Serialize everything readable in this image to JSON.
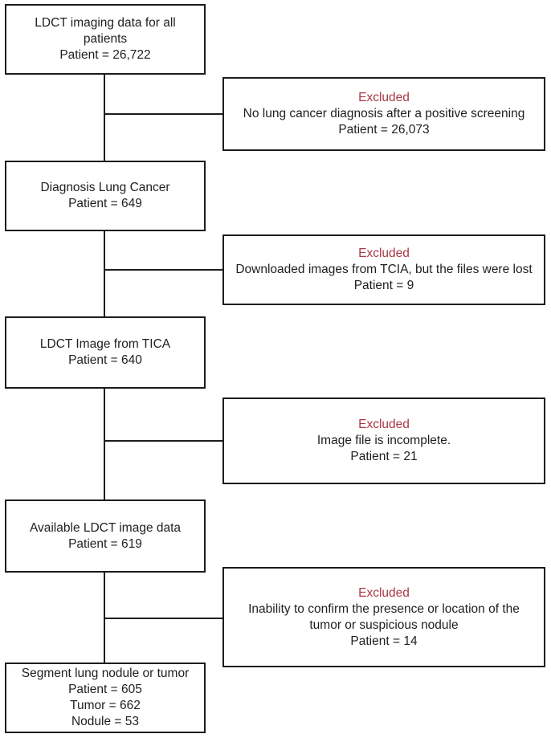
{
  "palette": {
    "background": "#ffffff",
    "box_border": "#1c1c1c",
    "body_text": "#1f1f1f",
    "excluded_red": "#a93845"
  },
  "flowchart": {
    "main_steps": [
      {
        "id": "ldct-all-patients",
        "lines": [
          "LDCT imaging data for all",
          "patients",
          "Patient = 26,722"
        ]
      },
      {
        "id": "diagnosis-lung-cancer",
        "lines": [
          "Diagnosis Lung Cancer",
          "Patient = 649"
        ]
      },
      {
        "id": "ldct-image-from-tica",
        "lines": [
          "LDCT Image from TICA",
          "Patient = 640"
        ]
      },
      {
        "id": "available-ldct-image-data",
        "lines": [
          "Available LDCT image data",
          "Patient = 619"
        ]
      },
      {
        "id": "segment-lung-nodule-or-tumor",
        "lines": [
          "Segment lung nodule or tumor",
          "Patient = 605",
          "Tumor  = 662",
          "Nodule = 53"
        ]
      }
    ],
    "exclusions": [
      {
        "title": "Excluded",
        "lines": [
          "No lung cancer diagnosis after a positive screening",
          "Patient = 26,073"
        ]
      },
      {
        "title": "Excluded",
        "lines": [
          "Downloaded images from TCIA, but the files were lost",
          "Patient = 9"
        ]
      },
      {
        "title": "Excluded",
        "lines": [
          "Image file is incomplete.",
          "Patient = 21"
        ]
      },
      {
        "title": "Excluded",
        "lines": [
          "Inability to confirm the presence or location of the",
          "tumor or suspicious nodule",
          "Patient = 14"
        ]
      }
    ]
  }
}
